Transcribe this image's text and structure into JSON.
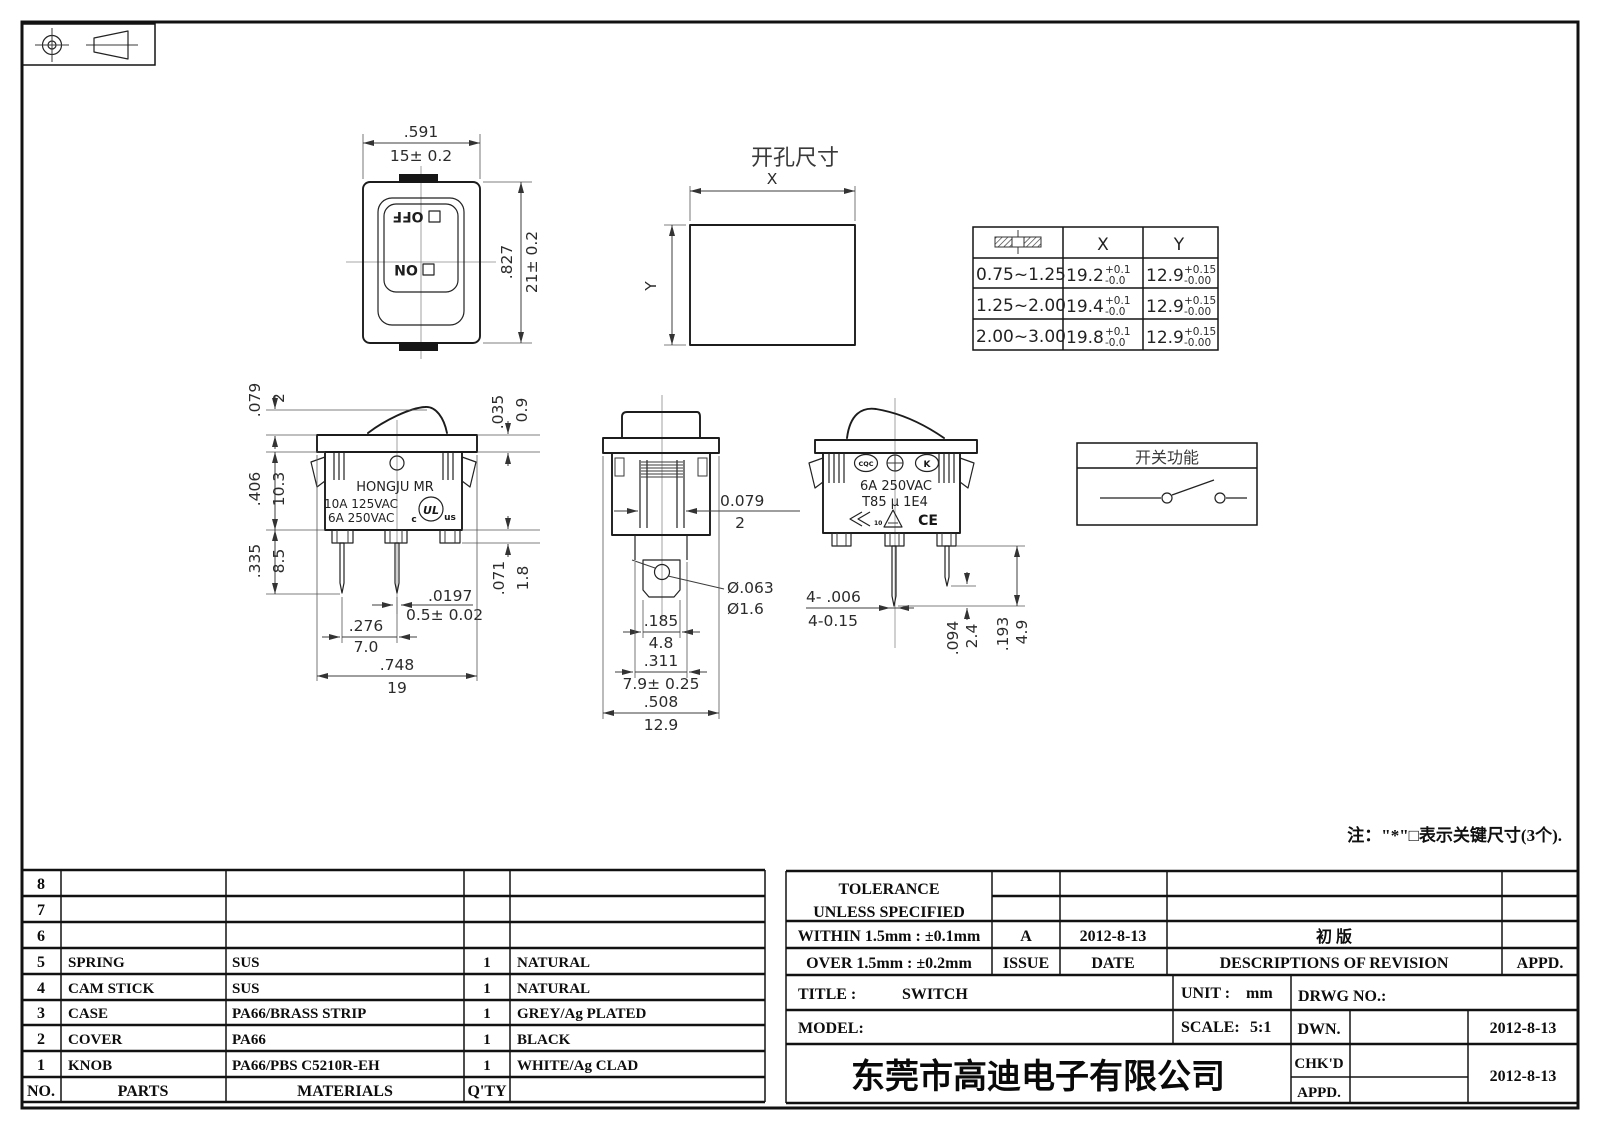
{
  "sheet": {
    "projection_icon": "first-angle-projection-symbol",
    "note": "注：\"*\"□表示关键尺寸(3个)."
  },
  "views": {
    "front": {
      "dim_width_in": ".591",
      "dim_width_mm": "15± 0.2",
      "dim_height_in": ".827",
      "dim_height_mm": "21± 0.2",
      "rocker_off": "OFF",
      "rocker_on": "ON"
    },
    "cutout": {
      "title": "开孔尺寸",
      "x_label": "X",
      "y_label": "Y",
      "table": {
        "panel_symbol_icon": "panel-thickness-icon",
        "col_x": "X",
        "col_y": "Y",
        "rows": [
          {
            "range": "0.75~1.25",
            "x": "19.2",
            "xtp": "+0.1",
            "xtm": "-0.0",
            "y": "12.9",
            "ytp": "+0.15",
            "ytm": "-0.00"
          },
          {
            "range": "1.25~2.00",
            "x": "19.4",
            "xtp": "+0.1",
            "xtm": "-0.0",
            "y": "12.9",
            "ytp": "+0.15",
            "ytm": "-0.00"
          },
          {
            "range": "2.00~3.00",
            "x": "19.8",
            "xtp": "+0.1",
            "xtm": "-0.0",
            "y": "12.9",
            "ytp": "+0.15",
            "ytm": "-0.00"
          }
        ]
      }
    },
    "side": {
      "marking1": "HONGJU MR",
      "marking2": "10A 125VAC",
      "marking3": "6A 250VAC",
      "ul_c": "c",
      "ul_main": "UL",
      "ul_us": "us",
      "d_rocker_in": ".079",
      "d_rocker_mm": "2",
      "d_flange_in": ".035",
      "d_flange_mm": "0.9",
      "d_body_in": ".406",
      "d_body_mm": "10.3",
      "d_pin_in": ".335",
      "d_pin_mm": "8.5",
      "d_stub_in": ".071",
      "d_stub_mm": "1.8",
      "d_thick_in": ".0197",
      "d_thick_mm": "0.5± 0.02",
      "d_pitch_in": ".276",
      "d_pitch_mm": "7.0",
      "d_width_in": ".748",
      "d_width_mm": "19"
    },
    "end": {
      "d_wall_in": "0.079",
      "d_wall_mm": "2",
      "d_hole_in": "Ø.063",
      "d_hole_mm": "Ø1.6",
      "d_blade_in": ".185",
      "d_blade_mm": "4.8",
      "d_boss_in": ".311",
      "d_boss_mm": "7.9± 0.25",
      "d_width_in": ".508",
      "d_width_mm": "12.9"
    },
    "back": {
      "marking1": "6A 250VAC",
      "marking2": "T85 μ 1E4",
      "cqc_label": "CQC",
      "k_label": "K",
      "ce_label": "CE",
      "enec_label": "10",
      "d_pins_in": "4- .006",
      "d_pins_mm": "4-0.15",
      "d_short_in": ".094",
      "d_short_mm": "2.4",
      "d_long_in": ".193",
      "d_long_mm": "4.9"
    },
    "function_box": {
      "title": "开关功能"
    }
  },
  "parts_table": {
    "headers": {
      "no": "NO.",
      "parts": "PARTS",
      "materials": "MATERIALS",
      "qty": "Q'TY"
    },
    "rows": [
      {
        "no": "8",
        "part": "",
        "material": "",
        "qty": "",
        "color": ""
      },
      {
        "no": "7",
        "part": "",
        "material": "",
        "qty": "",
        "color": ""
      },
      {
        "no": "6",
        "part": "",
        "material": "",
        "qty": "",
        "color": ""
      },
      {
        "no": "5",
        "part": "SPRING",
        "material": "SUS",
        "qty": "1",
        "color": "NATURAL"
      },
      {
        "no": "4",
        "part": "CAM STICK",
        "material": "SUS",
        "qty": "1",
        "color": "NATURAL"
      },
      {
        "no": "3",
        "part": "CASE",
        "material": "PA66/BRASS STRIP",
        "qty": "1",
        "color": "GREY/Ag PLATED"
      },
      {
        "no": "2",
        "part": "COVER",
        "material": "PA66",
        "qty": "1",
        "color": "BLACK"
      },
      {
        "no": "1",
        "part": "KNOB",
        "material": "PA66/PBS C5210R-EH",
        "qty": "1",
        "color": "WHITE/Ag CLAD"
      }
    ]
  },
  "title_block": {
    "tolerance1": "TOLERANCE",
    "tolerance2": "UNLESS  SPECIFIED",
    "within": "WITHIN  1.5mm : ±0.1mm",
    "over": "OVER  1.5mm : ±0.2mm",
    "issue_value": "A",
    "issue_label": "ISSUE",
    "date_value": "2012-8-13",
    "date_label": "DATE",
    "revision_desc": "初  版",
    "desc_label": "DESCRIPTIONS  OF  REVISION",
    "appd_label": "APPD.",
    "title_label": "TITLE :",
    "title_value": "SWITCH",
    "unit_label": "UNIT :",
    "unit_value": "mm",
    "drwg_label": "DRWG  NO.:",
    "model_label": "MODEL:",
    "scale_label": "SCALE:",
    "scale_value": "5:1",
    "dwn_label": "DWN.",
    "dwn_date": "2012-8-13",
    "chkd_label": "CHK'D",
    "chkd_date": "2012-8-13",
    "appd_row_label": "APPD.",
    "company": "东莞市高迪电子有限公司"
  }
}
